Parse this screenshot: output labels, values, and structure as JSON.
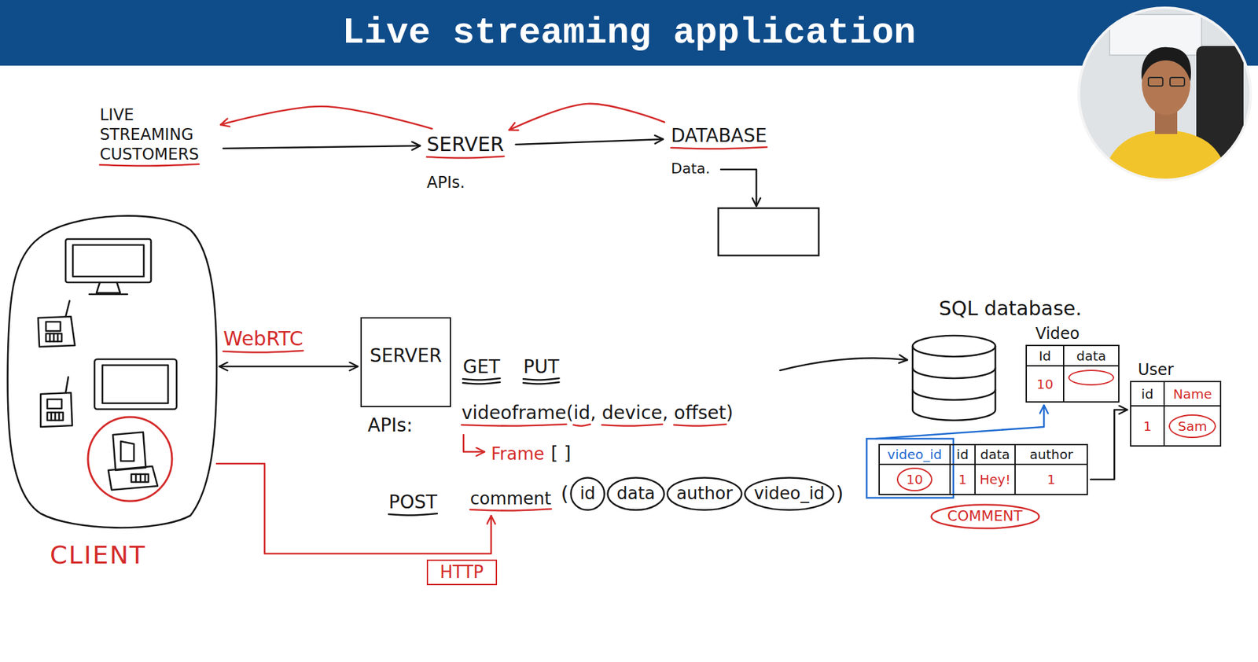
{
  "diagram": {
    "title": "Live streaming application",
    "nodes": [
      {
        "text": [
          "LIVE STREAMING CUSTOMERS"
        ]
      },
      {
        "text": [
          "SERVER",
          "APIs."
        ]
      },
      {
        "text": [
          "DATABASE",
          "Data."
        ]
      },
      {
        "text": [
          "CLIENT"
        ]
      },
      {
        "text": [
          "SERVER"
        ]
      },
      {
        "text": [
          "comment"
        ]
      },
      {
        "text": [
          "id"
        ]
      },
      {
        "text": [
          "data"
        ]
      },
      {
        "text": [
          "author"
        ]
      },
      {
        "text": [
          "video_id"
        ]
      },
      {
        "text": [
          "SQL database."
        ]
      },
      {
        "text": [
          "Video",
          "Id",
          "data",
          "10"
        ]
      },
      {
        "text": [
          "User",
          "id",
          "Name",
          "1",
          "Sam"
        ]
      },
      {
        "text": [
          "video_id",
          "id",
          "data",
          "author",
          "10",
          "1",
          "Hey!",
          "1"
        ]
      },
      {
        "text": [
          "COMMENT"
        ]
      }
    ],
    "edges": [
      {
        "from": 0,
        "to": 1,
        "arrow": "to"
      },
      {
        "from": 1,
        "to": 0,
        "arrow": "to"
      },
      {
        "from": 1,
        "to": 2,
        "arrow": "to"
      },
      {
        "from": 2,
        "to": 1,
        "arrow": "to"
      },
      {
        "from": 3,
        "to": 4,
        "label": "WebRTC",
        "arrow": "both"
      },
      {
        "from": 3,
        "to": 5,
        "label": "HTTP",
        "arrow": "to"
      },
      {
        "from": 13,
        "to": 11,
        "arrow": "to"
      },
      {
        "from": 13,
        "to": 12,
        "arrow": "to"
      }
    ],
    "labels": [
      "GET",
      "PUT",
      "APIs:",
      "videoframe(id, device, offset)",
      "Frame",
      "[ ]",
      "POST",
      "(",
      ")"
    ]
  }
}
